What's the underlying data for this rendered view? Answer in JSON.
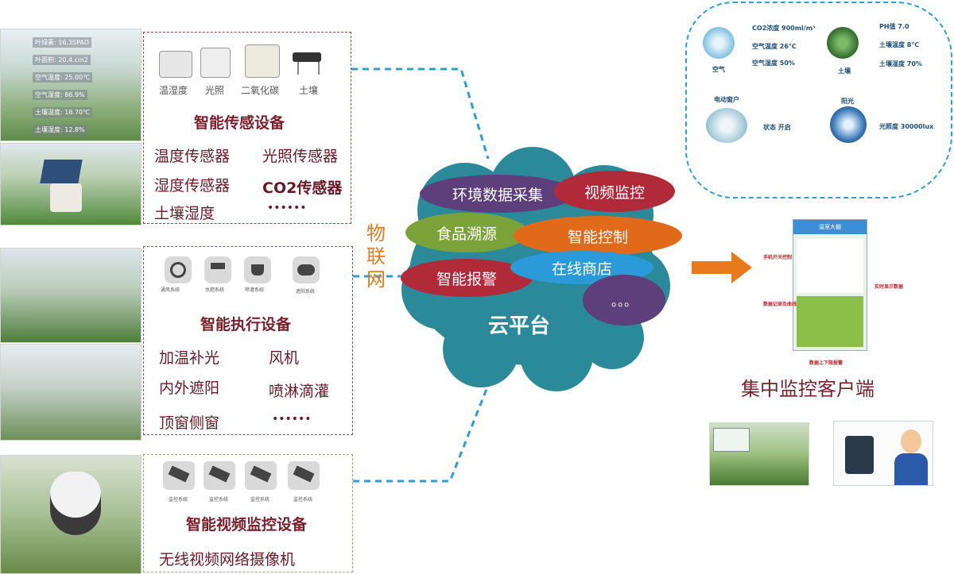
{
  "sensor_panel": {
    "photo_labels": [
      "叶绿素: 16.3SPAD",
      "叶面积: 20.4.cm2",
      "空气温度: 25.00℃",
      "空气湿度: 86.9%",
      "土壤温度: 18.70℃",
      "土壤湿度: 12.8%"
    ],
    "device_captions": [
      "温湿度",
      "光照",
      "二氧化碳",
      "土壤"
    ],
    "title": "智能传感设备",
    "items": [
      "温度传感器",
      "光照传感器",
      "湿度传感器",
      "CO2传感器",
      "土壤湿度",
      "••••••"
    ]
  },
  "actuator_panel": {
    "icon_captions": [
      "通风系统",
      "水肥系统",
      "喷灌系统",
      "遮阳系统"
    ],
    "title": "智能执行设备",
    "items": [
      "加温补光",
      "风机",
      "内外遮阳",
      "喷淋滴灌",
      "顶窗侧窗",
      "••••••"
    ]
  },
  "video_panel": {
    "icon_captions": [
      "监控系统",
      "监控系统",
      "监控系统",
      "监控系统"
    ],
    "title": "智能视频监控设备",
    "items": [
      "无线视频网络摄像机"
    ]
  },
  "iot_label": [
    "物",
    "联",
    "网"
  ],
  "cloud": {
    "title": "云平台",
    "tags": [
      "环境数据采集",
      "视频监控",
      "食品溯源",
      "智能控制",
      "智能报警",
      "在线商店",
      "。。。"
    ],
    "colors": {
      "body": "#2a8a9a",
      "purple": "#5d3f7c",
      "crimson": "#b02a3a",
      "green": "#7ba33a",
      "orange": "#e06a1a",
      "blue": "#2a9ad8"
    }
  },
  "monitor": {
    "air": {
      "label": "空气",
      "rows": [
        "CO2浓度 900ml/m³",
        "空气温度 26℃",
        "空气湿度 50%"
      ]
    },
    "soil": {
      "label": "土壤",
      "rows": [
        "PH值 7.0",
        "土壤温度 8℃",
        "土壤湿度 70%"
      ]
    },
    "window": {
      "label": "电动窗户",
      "status": "状态  开启"
    },
    "sun": {
      "label": "阳光",
      "value": "光照度  30000lux"
    }
  },
  "app": {
    "title": "温室大棚",
    "callouts": [
      "手机开关控制",
      "实时显示数据",
      "数据记录及曲线",
      "数据上下限报警"
    ]
  },
  "client_title": "集中监控客户端",
  "colors": {
    "accent_orange": "#e87a1c",
    "dashed_blue": "#2aa0d8",
    "title_red": "#7a1f2b"
  }
}
